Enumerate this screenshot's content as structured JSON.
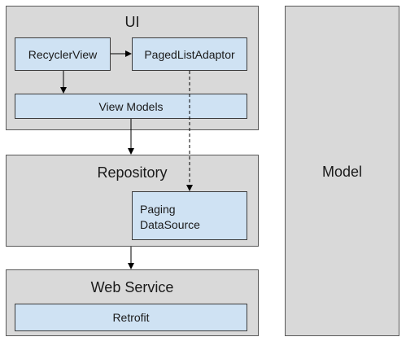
{
  "layers": {
    "ui": {
      "title": "UI"
    },
    "repository": {
      "title": "Repository"
    },
    "web_service": {
      "title": "Web Service"
    },
    "model": {
      "title": "Model"
    }
  },
  "components": {
    "recycler_view": "RecyclerView",
    "paged_list_adaptor": "PagedListAdaptor",
    "view_models": "View Models",
    "paging_datasource_line1": "Paging",
    "paging_datasource_line2": "DataSource",
    "retrofit": "Retrofit"
  },
  "colors": {
    "layer_fill": "#d9d9d9",
    "component_fill": "#cfe2f3",
    "stroke": "#000000"
  }
}
